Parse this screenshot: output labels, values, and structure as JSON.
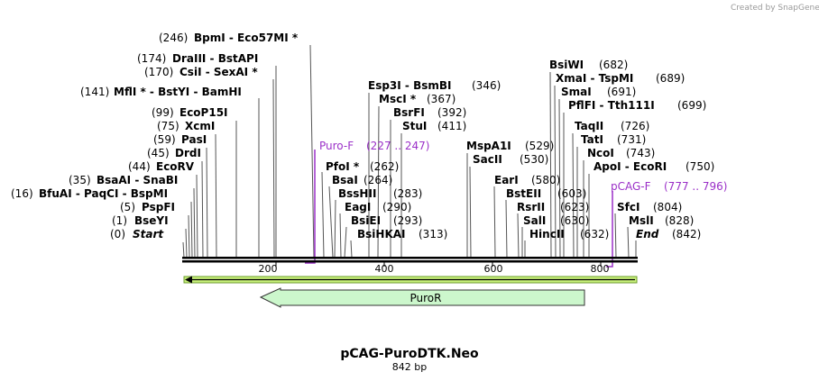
{
  "credit": "Created by SnapGene",
  "title": "pCAG-PuroDTK.Neo",
  "length_text": "842 bp",
  "colors": {
    "primer": "#9b30c8",
    "feature_fill": "#ccf7cc",
    "arrow_fill": "#c8f07a"
  },
  "axis": {
    "ticks": [
      "200",
      "400",
      "600",
      "800"
    ]
  },
  "features": [
    {
      "name": "PuroR",
      "direction": "reverse"
    }
  ],
  "primers": [
    {
      "name": "Puro-F",
      "range": "(227 .. 247)"
    },
    {
      "name": "pCAG-F",
      "range": "(777 .. 796)"
    }
  ],
  "sites": [
    {
      "pos": "(246)",
      "name": "BpmI  - Eco57MI *"
    },
    {
      "pos": "(174)",
      "name": "DraIII  - BstAPI"
    },
    {
      "pos": "(170)",
      "name": "CsiI  - SexAI *"
    },
    {
      "pos": "(141)",
      "name": "MflI * - BstYI  - BamHI"
    },
    {
      "pos": "(99)",
      "name": "EcoP15I"
    },
    {
      "pos": "(75)",
      "name": "XcmI"
    },
    {
      "pos": "(59)",
      "name": "PasI"
    },
    {
      "pos": "(45)",
      "name": "DrdI"
    },
    {
      "pos": "(44)",
      "name": "EcoRV"
    },
    {
      "pos": "(35)",
      "name": "BsaAI  - SnaBI"
    },
    {
      "pos": "(16)",
      "name": "BfuAI  - PaqCI  - BspMI"
    },
    {
      "pos": "(5)",
      "name": "PspFI"
    },
    {
      "pos": "(1)",
      "name": "BseYI"
    },
    {
      "pos": "(0)",
      "name": "Start"
    },
    {
      "pos": "(262)",
      "name": "PfoI *"
    },
    {
      "pos": "(264)",
      "name": "BsaI"
    },
    {
      "pos": "(283)",
      "name": "BssHII"
    },
    {
      "pos": "(290)",
      "name": "EagI"
    },
    {
      "pos": "(293)",
      "name": "BsiEI"
    },
    {
      "pos": "(313)",
      "name": "BsiHKAI"
    },
    {
      "pos": "(346)",
      "name": "Esp3I  - BsmBI"
    },
    {
      "pos": "(367)",
      "name": "MscI *"
    },
    {
      "pos": "(392)",
      "name": "BsrFI"
    },
    {
      "pos": "(411)",
      "name": "StuI"
    },
    {
      "pos": "(529)",
      "name": "MspA1I"
    },
    {
      "pos": "(530)",
      "name": "SacII"
    },
    {
      "pos": "(580)",
      "name": "EarI"
    },
    {
      "pos": "(603)",
      "name": "BstEII"
    },
    {
      "pos": "(623)",
      "name": "RsrII"
    },
    {
      "pos": "(630)",
      "name": "SalI"
    },
    {
      "pos": "(632)",
      "name": "HincII"
    },
    {
      "pos": "(682)",
      "name": "BsiWI"
    },
    {
      "pos": "(689)",
      "name": "XmaI  - TspMI"
    },
    {
      "pos": "(691)",
      "name": "SmaI"
    },
    {
      "pos": "(699)",
      "name": "PflFI  - Tth111I"
    },
    {
      "pos": "(726)",
      "name": "TaqII"
    },
    {
      "pos": "(731)",
      "name": "TatI"
    },
    {
      "pos": "(743)",
      "name": "NcoI"
    },
    {
      "pos": "(750)",
      "name": "ApoI  - EcoRI"
    },
    {
      "pos": "(804)",
      "name": "SfcI"
    },
    {
      "pos": "(828)",
      "name": "MslI"
    },
    {
      "pos": "(842)",
      "name": "End"
    }
  ]
}
